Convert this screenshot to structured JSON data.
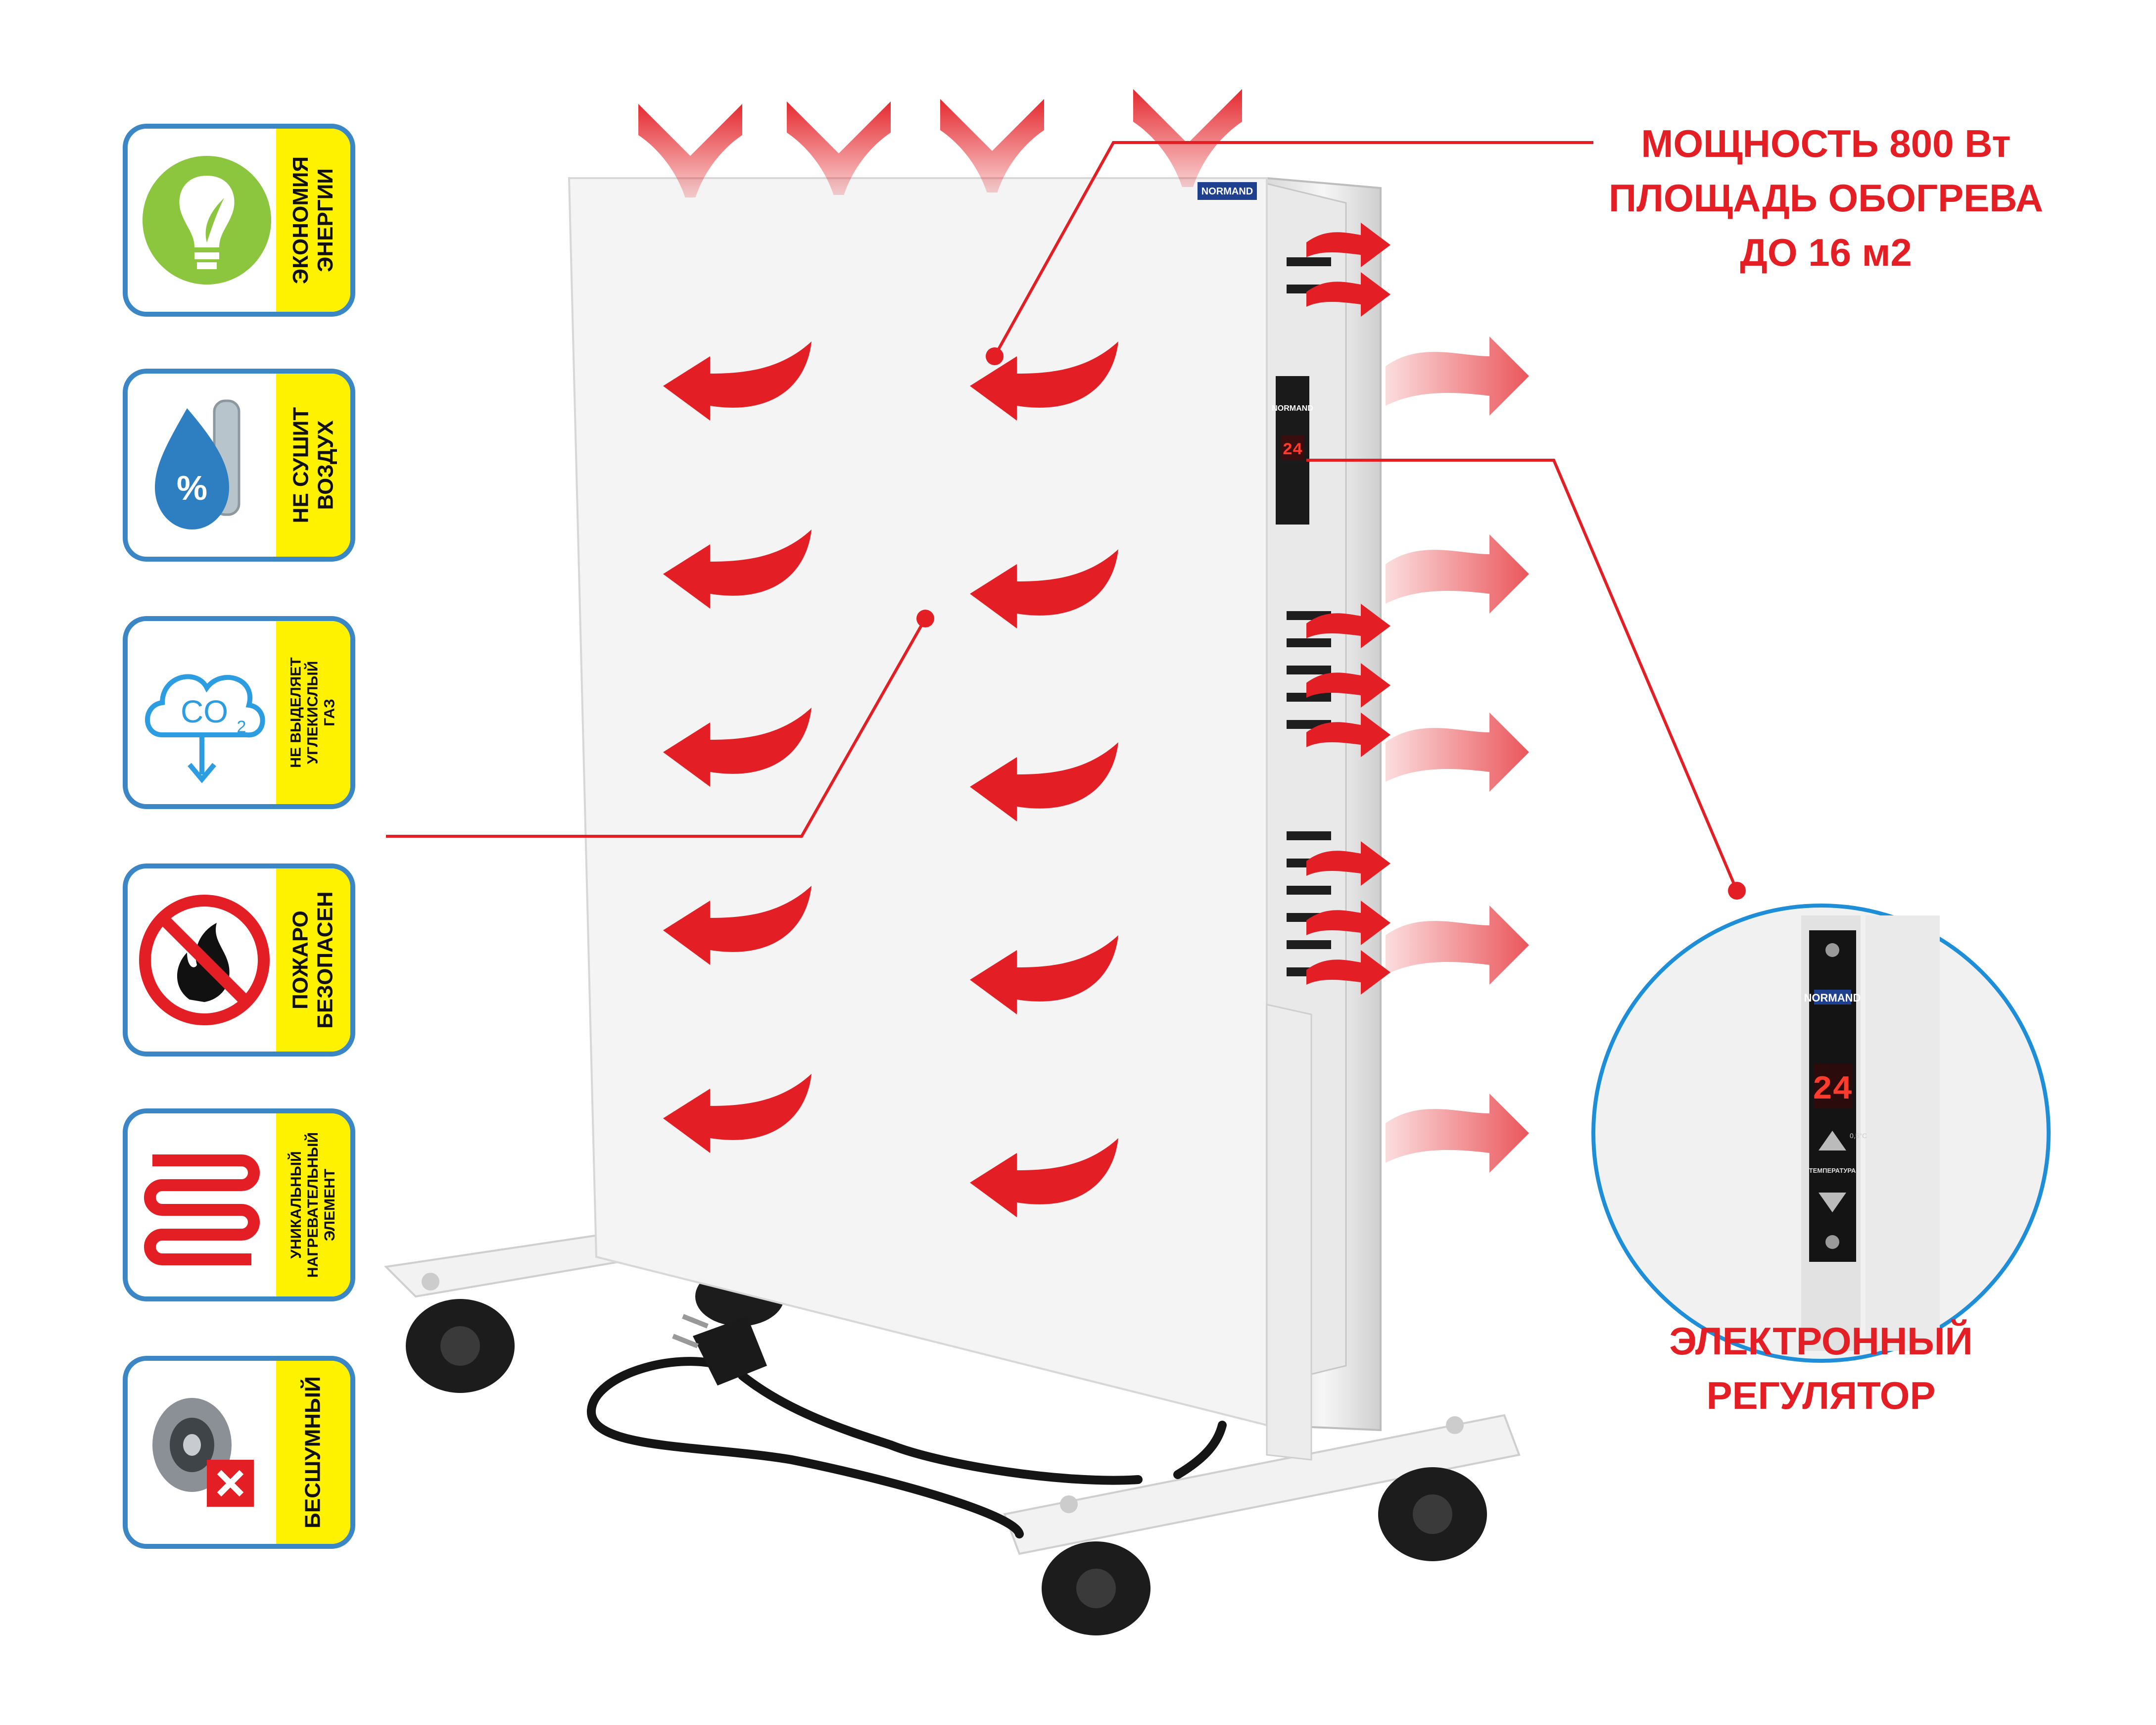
{
  "features": [
    {
      "id": "energy",
      "label": "ЭКОНОМИЯ\nЭНЕРГИИ",
      "icon": "lightbulb-leaf-icon"
    },
    {
      "id": "air",
      "label": "НЕ СУШИТ\nВОЗДУХ",
      "icon": "water-drop-thermometer-icon"
    },
    {
      "id": "co2",
      "label": "НЕ ВЫДЕЛЯЕТ\nУГЛЕКИСЛЫЙ\nГАЗ",
      "icon": "co2-cloud-icon"
    },
    {
      "id": "fire",
      "label": "ПОЖАРО\nБЕЗОПАСЕН",
      "icon": "no-fire-icon"
    },
    {
      "id": "element",
      "label": "УНИКАЛЬНЫЙ\nНАГРЕВАТЕЛЬНЫЙ\nЭЛЕМЕНТ",
      "icon": "heating-coil-icon"
    },
    {
      "id": "silent",
      "label": "БЕСШУМНЫЙ",
      "icon": "muted-speaker-icon"
    }
  ],
  "callouts": {
    "power_line1": "МОЩНОСТЬ 800 Вт",
    "power_line2": "ПЛОЩАДЬ ОБОГРЕВА",
    "power_line3": "ДО 16 м2",
    "regulator_line1": "ЭЛЕКТРОННЫЙ",
    "regulator_line2": "РЕГУЛЯТОР"
  },
  "product": {
    "brand": "NORMAND",
    "display_reading": "24",
    "step_label": "0,5°C",
    "temp_label": "ТЕМПЕРАТУРА"
  },
  "colors": {
    "accent_red": "#e31e24",
    "card_border": "#3b86c4",
    "label_yellow": "#fef200",
    "panel_white": "#f4f4f4"
  }
}
